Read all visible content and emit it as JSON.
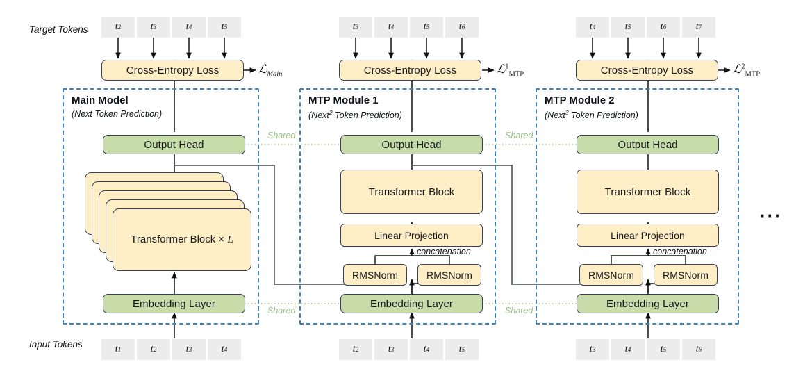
{
  "figure": {
    "row_labels": {
      "target": "Target Tokens",
      "input": "Input Tokens"
    },
    "ellipsis": "···",
    "colors": {
      "cream": "#fdeec6",
      "green": "#c7dca8",
      "token_gray": "#ececec",
      "module_dashed_blue": "#3f82c4",
      "shared_green_text": "#9ec08a",
      "box_border": "#36405a"
    }
  },
  "labels": {
    "cross_entropy": "Cross-Entropy Loss",
    "output_head": "Output Head",
    "embedding_layer": "Embedding Layer",
    "transformer_block": "Transformer Block",
    "transformer_block_xl": "Transformer Block × L",
    "linear_projection": "Linear Projection",
    "rmsnorm": "RMSNorm",
    "concatenation": "concatenation",
    "shared": "Shared"
  },
  "modules": [
    {
      "id": "main-model",
      "title": "Main Model",
      "subtitle_pre": "(Next",
      "subtitle_sup": "",
      "subtitle_post": " Token Prediction)",
      "target_tokens": [
        "t2",
        "t3",
        "t4",
        "t5"
      ],
      "input_tokens": [
        "t1",
        "t2",
        "t3",
        "t4"
      ],
      "loss": {
        "symbol": "L",
        "sub": "Main",
        "sup": ""
      }
    },
    {
      "id": "mtp-module-1",
      "title": "MTP Module 1",
      "subtitle_pre": "(Next",
      "subtitle_sup": "2",
      "subtitle_post": " Token Prediction)",
      "target_tokens": [
        "t3",
        "t4",
        "t5",
        "t6"
      ],
      "input_tokens": [
        "t2",
        "t3",
        "t4",
        "t5"
      ],
      "loss": {
        "symbol": "L",
        "sub": "MTP",
        "sup": "1"
      }
    },
    {
      "id": "mtp-module-2",
      "title": "MTP Module 2",
      "subtitle_pre": "(Next",
      "subtitle_sup": "3",
      "subtitle_post": " Token Prediction)",
      "target_tokens": [
        "t4",
        "t5",
        "t6",
        "t7"
      ],
      "input_tokens": [
        "t3",
        "t4",
        "t5",
        "t6"
      ],
      "loss": {
        "symbol": "L",
        "sub": "MTP",
        "sup": "2"
      }
    }
  ],
  "tokens": {
    "t1": {
      "base": "t",
      "sub": "1"
    },
    "t2": {
      "base": "t",
      "sub": "2"
    },
    "t3": {
      "base": "t",
      "sub": "3"
    },
    "t4": {
      "base": "t",
      "sub": "4"
    },
    "t5": {
      "base": "t",
      "sub": "5"
    },
    "t6": {
      "base": "t",
      "sub": "6"
    },
    "t7": {
      "base": "t",
      "sub": "7"
    }
  }
}
